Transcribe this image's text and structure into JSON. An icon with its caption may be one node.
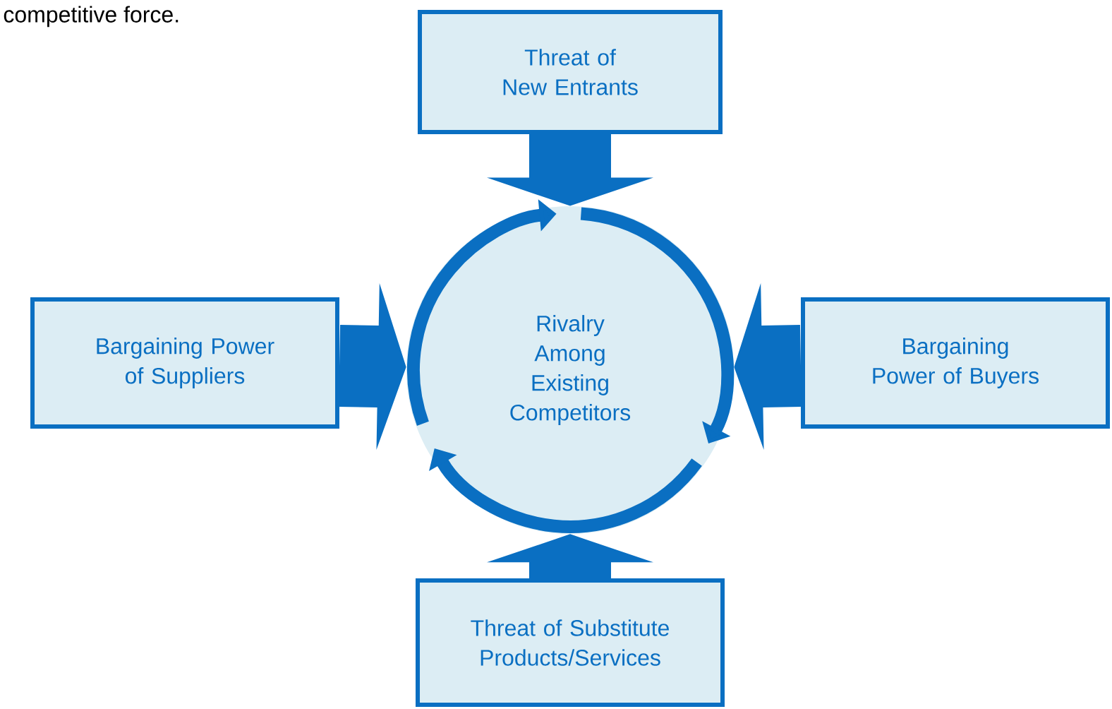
{
  "diagram": {
    "nodes": [
      {
        "text": [
          "Rivalry Among Existing Competitors"
        ]
      },
      {
        "text": [
          "Threat of New Entrants"
        ]
      },
      {
        "text": [
          "Bargaining Power of Suppliers"
        ]
      },
      {
        "text": [
          "Bargaining Power of Buyers"
        ]
      },
      {
        "text": [
          "Threat of Substitute Products/Services"
        ]
      }
    ],
    "edges": [
      {
        "from": 1,
        "to": 0,
        "arrow": "to"
      },
      {
        "from": 2,
        "to": 0,
        "arrow": "to"
      },
      {
        "from": 3,
        "to": 0,
        "arrow": "to"
      },
      {
        "from": 4,
        "to": 0,
        "arrow": "to"
      }
    ],
    "labels": [
      "competitive force."
    ]
  }
}
